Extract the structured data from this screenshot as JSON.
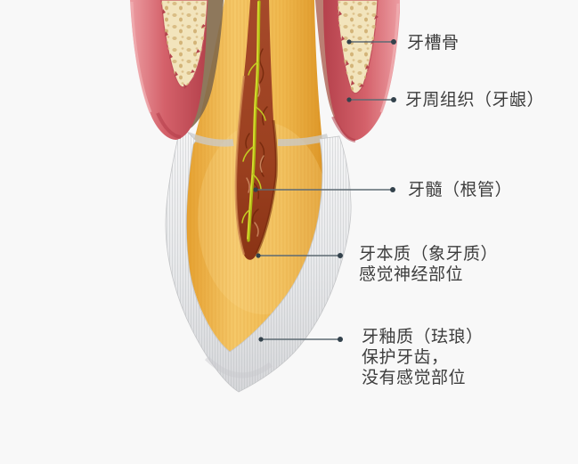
{
  "diagram": {
    "subject": "tooth-anatomy-cross-section",
    "labels": [
      {
        "name": "alveolar-bone",
        "lines": [
          "牙槽骨"
        ]
      },
      {
        "name": "periodontal-tissue",
        "lines": [
          "牙周组织（牙龈）"
        ]
      },
      {
        "name": "pulp-root-canal",
        "lines": [
          "牙髓（根管）"
        ]
      },
      {
        "name": "dentin",
        "lines": [
          "牙本质（象牙质）",
          "感觉神经部位"
        ]
      },
      {
        "name": "enamel",
        "lines": [
          "牙釉质（珐琅）",
          "保护牙齿，",
          "没有感觉部位"
        ]
      }
    ],
    "colors": {
      "background": "#f8f8f8",
      "label_text": "#3d3d3d",
      "leader_line": "#5d6a73",
      "leader_dot": "#33424c",
      "gum": "#d4616a",
      "gum_dark": "#b23d48",
      "bone": "#f2e4bc",
      "bone_holes": "#d9bd85",
      "dentin": "#eeb34a",
      "pulp": "#9c4422",
      "nerve": "#ccd32b",
      "enamel": "#e8e9eb"
    }
  }
}
